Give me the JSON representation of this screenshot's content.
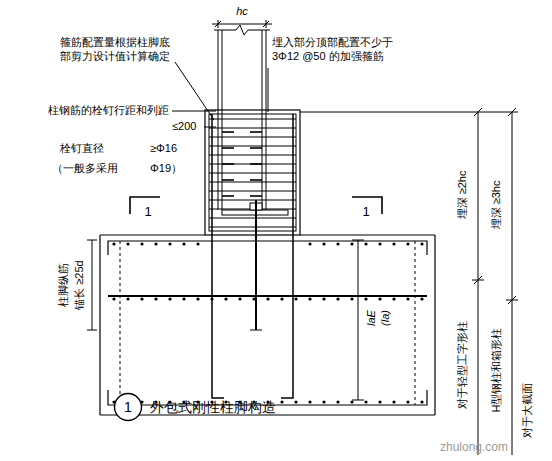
{
  "diagram": {
    "title": "外包式刚性柱脚构造",
    "nodes": [
      {
        "text": [
          "1"
        ]
      }
    ],
    "labels": [
      "箍筋配置量根据柱脚底 部剪力设计值计算确定",
      "hc",
      "埋入部分顶部配置不少于 3Φ12 @50 的加强箍筋",
      "柱钢筋的栓钉行距和列距",
      "≤200",
      "栓钉直径",
      "≥Φ16",
      "（一般多采用",
      "Φ19）",
      "1",
      "1",
      "柱脚纵筋",
      "锚长 ≥25d",
      "laE",
      "(la)",
      "埋深 ≥2hc",
      "埋深 ≥3hc",
      "对于轻型工字形柱",
      "H型钢柱和箱形柱",
      "对于大截面",
      "zhulong.com"
    ]
  }
}
